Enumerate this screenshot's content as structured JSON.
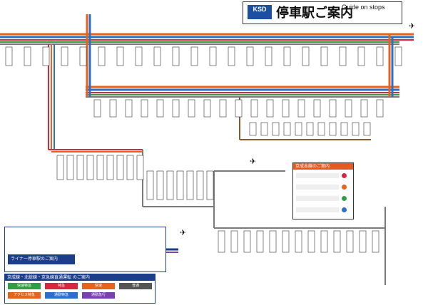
{
  "header": {
    "logo_text": "KSD",
    "title": "停車駅ご案内",
    "subtitle": "Guide on stops"
  },
  "colors": {
    "line_orange": "#e8621a",
    "line_blue": "#2a6fc9",
    "line_red": "#d7263d",
    "line_green": "#2f9e44",
    "line_gray": "#7a7a7a",
    "station_text": "#111111",
    "accent_navy": "#1c3e8a"
  },
  "legend": {
    "title": "ライナー停車駅のご案内"
  },
  "type_legend": {
    "title": "京成線・北総線・京急線直通運転 のご案内",
    "items": [
      {
        "label": "快速特急",
        "color": "#2f9e44"
      },
      {
        "label": "特急",
        "color": "#d7263d"
      },
      {
        "label": "快速",
        "color": "#e8621a"
      },
      {
        "label": "普通",
        "color": "#555555"
      },
      {
        "label": "アクセス特急",
        "color": "#e8621a"
      },
      {
        "label": "通勤特急",
        "color": "#2a6fc9"
      },
      {
        "label": "通勤急行",
        "color": "#7a3fb0"
      }
    ]
  },
  "right_legend": {
    "title": "京成本線のご案内"
  },
  "icons": [
    "airplane-icon",
    "airplane-icon",
    "airplane-icon"
  ]
}
